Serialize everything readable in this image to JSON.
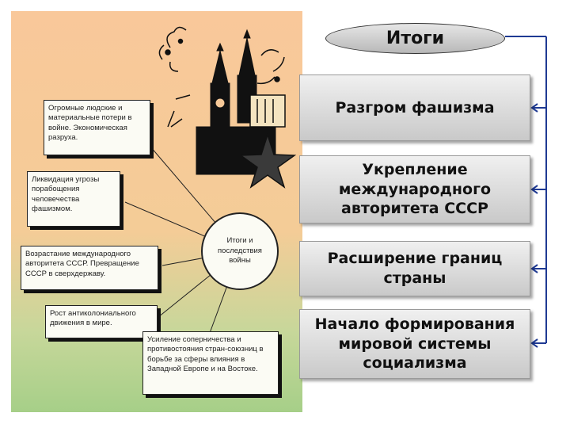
{
  "poster": {
    "center": "Итоги и последствия войны",
    "notes": [
      "Огромные людские и материальные потери в войне. Экономическая разруха.",
      "Ликвидация угрозы порабощения человечества фашизмом.",
      "Возрастание международного авторитета СССР. Превращение СССР в сверхдержаву.",
      "Рост антиколониального движения в мире.",
      "Усиление соперничества и противостояния стран-союзниц в борьбе за сферы влияния в Западной Европе и на Востоке."
    ]
  },
  "title": "Итоги",
  "results": [
    "Разгром фашизма",
    "Укрепление международного авторитета СССР",
    "Расширение границ страны",
    "Начало формирования мировой системы социализма"
  ],
  "colors": {
    "connector": "#1f3a93",
    "panel_top": "#f9c89a",
    "panel_bottom": "#a6cf88"
  }
}
